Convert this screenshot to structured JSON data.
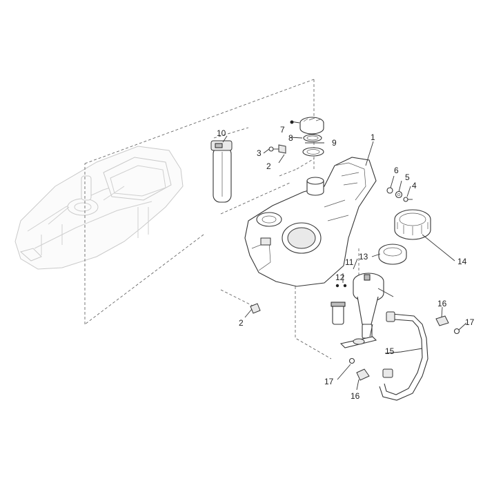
{
  "callouts": {
    "c1": "1",
    "c2a": "2",
    "c2b": "2",
    "c3": "3",
    "c4": "4",
    "c5": "5",
    "c6": "6",
    "c7": "7",
    "c8": "8",
    "c9": "9",
    "c10": "10",
    "c11": "11",
    "c12": "12",
    "c13": "13",
    "c14": "14",
    "c15": "15",
    "c16a": "16",
    "c16b": "16",
    "c17a": "17",
    "c17b": "17"
  }
}
